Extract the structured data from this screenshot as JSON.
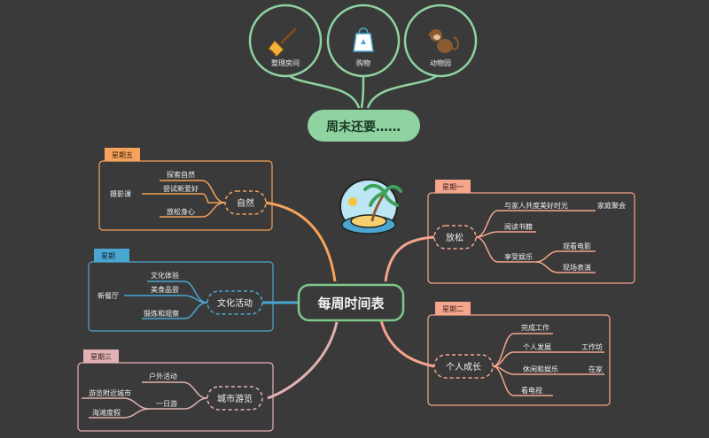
{
  "center": {
    "label": "每周时间表"
  },
  "weekend": {
    "label": "周末还要……",
    "items": [
      {
        "label": "整理房间",
        "icon": "broom-icon"
      },
      {
        "label": "购物",
        "icon": "shopping-bag-icon"
      },
      {
        "label": "动物园",
        "icon": "monkey-icon"
      }
    ]
  },
  "branches": {
    "friday": {
      "day": "星期五",
      "label": "自然",
      "items": [
        "探索自然",
        "尝试新爱好",
        "放松身心"
      ],
      "note": "摄影课"
    },
    "monday": {
      "day": "星期一",
      "label": "放松",
      "items": [
        "与家人共度美好时光",
        "阅读书籍",
        "享受娱乐"
      ],
      "subitems": [
        "家庭聚会",
        "观看电影",
        "现场表演"
      ]
    },
    "weekday": {
      "day": "星期",
      "label": "文化活动",
      "items": [
        "文化体验",
        "美食品尝",
        "锻炼和观察"
      ],
      "note": "新餐厅"
    },
    "tuesday": {
      "day": "星期二",
      "label": "个人成长",
      "items": [
        "完成工作",
        "个人发展",
        "休闲和娱乐",
        "看电视"
      ],
      "subitems": [
        "工作坊",
        "在家"
      ]
    },
    "wednesday": {
      "day": "星期三",
      "label": "城市游览",
      "items": [
        "户外活动",
        "一日游"
      ],
      "subitems": [
        "游览附近城市",
        "海滩度假"
      ]
    }
  },
  "colors": {
    "background": "#3a3a3a",
    "center_border": "#7ec98a",
    "weekend_fill": "#8fd3a0",
    "orange": "#f5a25a",
    "blue": "#4aa7d2",
    "peach": "#f4a58c",
    "pink": "#e2b1b3"
  }
}
